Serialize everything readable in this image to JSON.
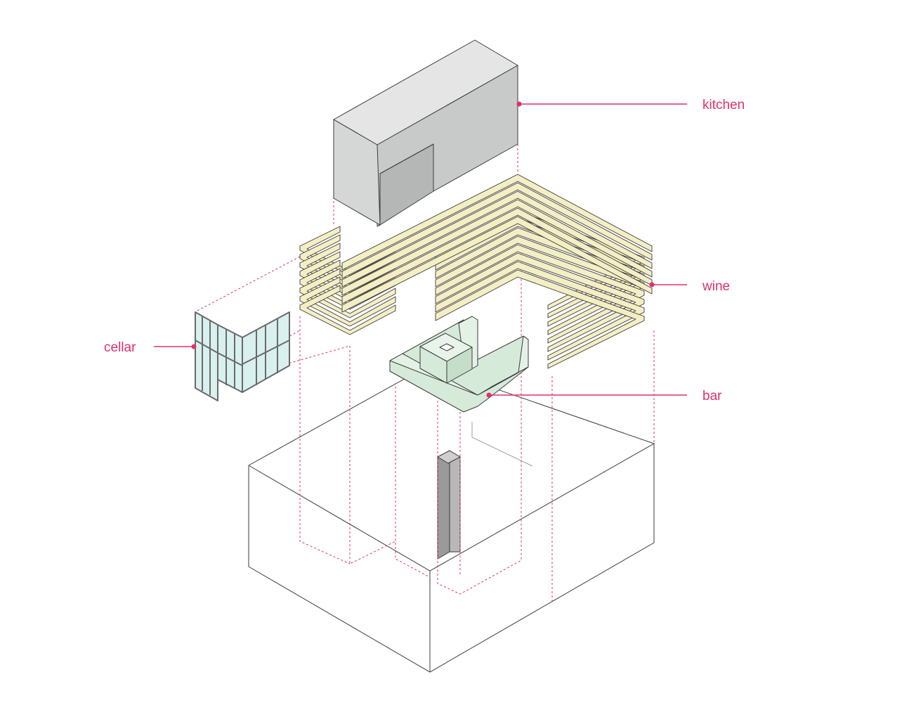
{
  "colors": {
    "accent": "#e0306e",
    "outline": "#3a3a3a",
    "kitchen_front": "#d5d7d6",
    "kitchen_side": "#c8cac9",
    "kitchen_top": "#e4e5e4",
    "wine": "#f4eec4",
    "wine_shadow": "#c9c4a0",
    "bar": "#d6ead9",
    "bar_top": "#e4f2e6",
    "glass": "#d8f0ee",
    "frame": "#6a6a6a",
    "column": "#b8b8b8",
    "column_dark": "#9a9a9a"
  },
  "labels": {
    "kitchen": "kitchen",
    "wine": "wine",
    "cellar": "cellar",
    "bar": "bar"
  }
}
